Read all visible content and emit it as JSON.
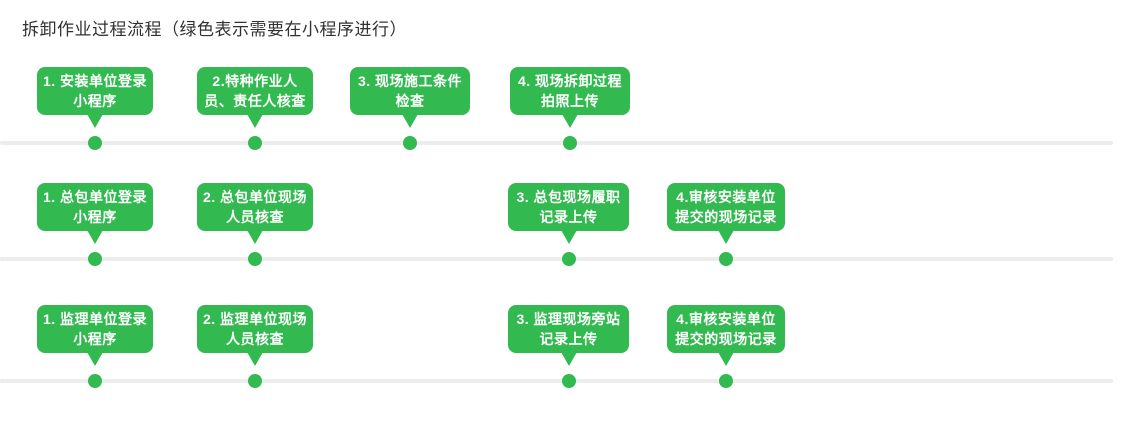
{
  "title": "拆卸作业过程流程（绿色表示需要在小程序进行）",
  "colors": {
    "accent_green": "#32b950",
    "timeline_line": "#ececec",
    "title_text": "#303133",
    "bubble_text": "#ffffff"
  },
  "rows": [
    {
      "nodes": [
        {
          "line1": "1. 安装单位登录",
          "line2": "小程序"
        },
        {
          "line1": "2.特种作业人",
          "line2": "员、责任人核查"
        },
        {
          "line1": "3. 现场施工条件",
          "line2": "检查"
        },
        {
          "line1": "4. 现场拆卸过程",
          "line2": "拍照上传"
        }
      ]
    },
    {
      "nodes": [
        {
          "line1": "1. 总包单位登录",
          "line2": "小程序"
        },
        {
          "line1": "2. 总包单位现场",
          "line2": "人员核查"
        },
        {
          "line1": "3. 总包现场履职",
          "line2": "记录上传"
        },
        {
          "line1": "4.审核安装单位",
          "line2": "提交的现场记录"
        }
      ]
    },
    {
      "nodes": [
        {
          "line1": "1. 监理单位登录",
          "line2": "小程序"
        },
        {
          "line1": "2. 监理单位现场",
          "line2": "人员核查"
        },
        {
          "line1": "3. 监理现场旁站",
          "line2": "记录上传"
        },
        {
          "line1": "4.审核安装单位",
          "line2": "提交的现场记录"
        }
      ]
    }
  ]
}
